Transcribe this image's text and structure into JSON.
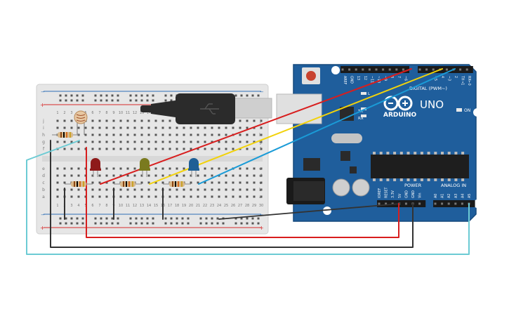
{
  "colors": {
    "board": "#1f5e9c",
    "board_edge": "#174a7d",
    "breadboard": "#e9e9e9",
    "rail_red": "#d72b2b",
    "rail_blue": "#2f6fb5",
    "wire_red": "#d81e1e",
    "wire_yellow": "#f2d20b",
    "wire_blue": "#1a9bd7",
    "wire_black": "#333333",
    "wire_cyan": "#6ccbd4",
    "led_red": "#8e1a1a",
    "led_yellow": "#7a7a1f",
    "led_blue": "#1f5f95"
  },
  "arduino": {
    "brand": "ARDUINO",
    "model": "UNO",
    "digital_label": "DIGITAL (PWM~)",
    "power_label": "POWER",
    "analog_label": "ANALOG IN",
    "on_label": "ON",
    "tx_label": "TX",
    "rx_label": "RX",
    "l_label": "L",
    "digital_pins": [
      "AREF",
      "GND",
      "13",
      "12",
      "~11",
      "~10",
      "~9",
      "8",
      "7",
      "~6",
      "~5",
      "4",
      "~3",
      "2",
      "TX→1",
      "RX←0"
    ],
    "power_pins": [
      "IOREF",
      "RESET",
      "3.3V",
      "5V",
      "GND",
      "GND",
      "Vin"
    ],
    "analog_pins": [
      "A0",
      "A1",
      "A2",
      "A3",
      "A4",
      "A5"
    ]
  },
  "breadboard": {
    "row_letters_top": [
      "j",
      "i",
      "h",
      "g",
      "f"
    ],
    "row_letters_bottom": [
      "e",
      "d",
      "c",
      "b",
      "a"
    ],
    "column_numbers": [
      "1",
      "2",
      "3",
      "4",
      "5",
      "6",
      "7",
      "8",
      "9",
      "10",
      "11",
      "12",
      "13",
      "14",
      "15",
      "16",
      "17",
      "18",
      "19",
      "20",
      "21",
      "22",
      "23",
      "24",
      "25",
      "26",
      "27",
      "28",
      "29",
      "30"
    ],
    "plus_sign": "+",
    "minus_sign": "−"
  },
  "components": {
    "leds": [
      {
        "name": "red-led",
        "color": "red"
      },
      {
        "name": "yellow-led",
        "color": "yellow"
      },
      {
        "name": "blue-led",
        "color": "blue"
      }
    ],
    "resistors": 4,
    "photoresistor": 1,
    "usb_cable": "usb-cable-icon"
  }
}
